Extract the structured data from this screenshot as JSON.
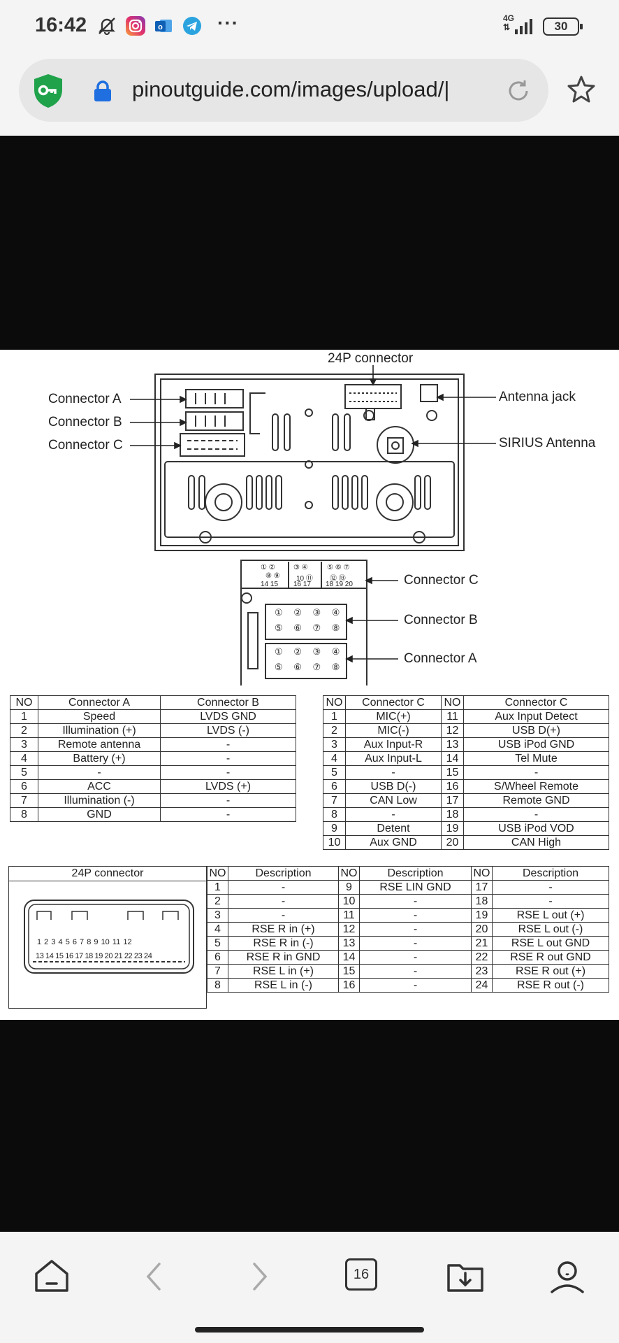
{
  "status_bar": {
    "time": "16:42",
    "network": "4G",
    "battery": "30",
    "icons": [
      "mute-bell-icon",
      "instagram-icon",
      "outlook-icon",
      "telegram-icon",
      "more-icon",
      "signal-icon",
      "battery-icon"
    ],
    "more": "···"
  },
  "browser": {
    "url": "pinoutguide.com/images/upload/|",
    "tab_count": "16",
    "accent": "#1f6fe0",
    "shield_color": "#1fa24a"
  },
  "diagram": {
    "label_24p": "24P connector",
    "label_conn_a": "Connector A",
    "label_conn_b": "Connector B",
    "label_conn_c": "Connector C",
    "label_antenna_jack": "Antenna jack",
    "label_sirius": "SIRIUS Antenna",
    "label2_conn_c": "Connector C",
    "label2_conn_b": "Connector B",
    "label2_conn_a": "Connector A",
    "conn_c_pins": [
      "① ②",
      "③ ④",
      "⑤ ⑥ ⑦",
      "⑧ ⑨",
      "10 ⑪",
      "⑫ ⑬",
      "14 15",
      "16 17",
      "18 19 20"
    ],
    "conn_b_pins": [
      "① ② ③ ④",
      "⑤ ⑥ ⑦ ⑧"
    ],
    "conn_a_pins": [
      "① ② ③ ④",
      "⑤ ⑥ ⑦ ⑧"
    ]
  },
  "table_ab": {
    "headers": [
      "NO",
      "Connector A",
      "Connector B"
    ],
    "rows": [
      [
        "1",
        "Speed",
        "LVDS GND"
      ],
      [
        "2",
        "Illumination (+)",
        "LVDS (-)"
      ],
      [
        "3",
        "Remote antenna",
        "-"
      ],
      [
        "4",
        "Battery (+)",
        "-"
      ],
      [
        "5",
        "-",
        "-"
      ],
      [
        "6",
        "ACC",
        "LVDS (+)"
      ],
      [
        "7",
        "Illumination (-)",
        "-"
      ],
      [
        "8",
        "GND",
        "-"
      ]
    ]
  },
  "table_c": {
    "headers": [
      "NO",
      "Connector C",
      "NO",
      "Connector C"
    ],
    "rows": [
      [
        "1",
        "MIC(+)",
        "11",
        "Aux Input Detect"
      ],
      [
        "2",
        "MIC(-)",
        "12",
        "USB D(+)"
      ],
      [
        "3",
        "Aux Input-R",
        "13",
        "USB iPod GND"
      ],
      [
        "4",
        "Aux Input-L",
        "14",
        "Tel Mute"
      ],
      [
        "5",
        "-",
        "15",
        "-"
      ],
      [
        "6",
        "USB D(-)",
        "16",
        "S/Wheel Remote"
      ],
      [
        "7",
        "CAN Low",
        "17",
        "Remote GND"
      ],
      [
        "8",
        "-",
        "18",
        "-"
      ],
      [
        "9",
        "Detent",
        "19",
        "USB iPod VOD"
      ],
      [
        "10",
        "Aux GND",
        "20",
        "CAN High"
      ]
    ]
  },
  "table_24p": {
    "title": "24P connector",
    "headers": [
      "NO",
      "Description",
      "NO",
      "Description",
      "NO",
      "Description"
    ],
    "pin_row_1": "1 2 3 4 5 6 7 8 9 10 11 12",
    "pin_row_2": "13 14 15 16 17 18 19 20 21 22 23 24",
    "rows": [
      [
        "1",
        "-",
        "9",
        "RSE LIN GND",
        "17",
        "-"
      ],
      [
        "2",
        "-",
        "10",
        "-",
        "18",
        "-"
      ],
      [
        "3",
        "-",
        "11",
        "-",
        "19",
        "RSE L out (+)"
      ],
      [
        "4",
        "RSE R in (+)",
        "12",
        "-",
        "20",
        "RSE L out (-)"
      ],
      [
        "5",
        "RSE R in (-)",
        "13",
        "-",
        "21",
        "RSE L out GND"
      ],
      [
        "6",
        "RSE R in GND",
        "14",
        "-",
        "22",
        "RSE R out GND"
      ],
      [
        "7",
        "RSE L in (+)",
        "15",
        "-",
        "23",
        "RSE R out (+)"
      ],
      [
        "8",
        "RSE L in (-)",
        "16",
        "-",
        "24",
        "RSE R out (-)"
      ]
    ]
  },
  "bottom_nav": {
    "items": [
      "home-icon",
      "back-icon",
      "forward-icon",
      "tabs-icon",
      "downloads-icon",
      "profile-icon"
    ]
  }
}
